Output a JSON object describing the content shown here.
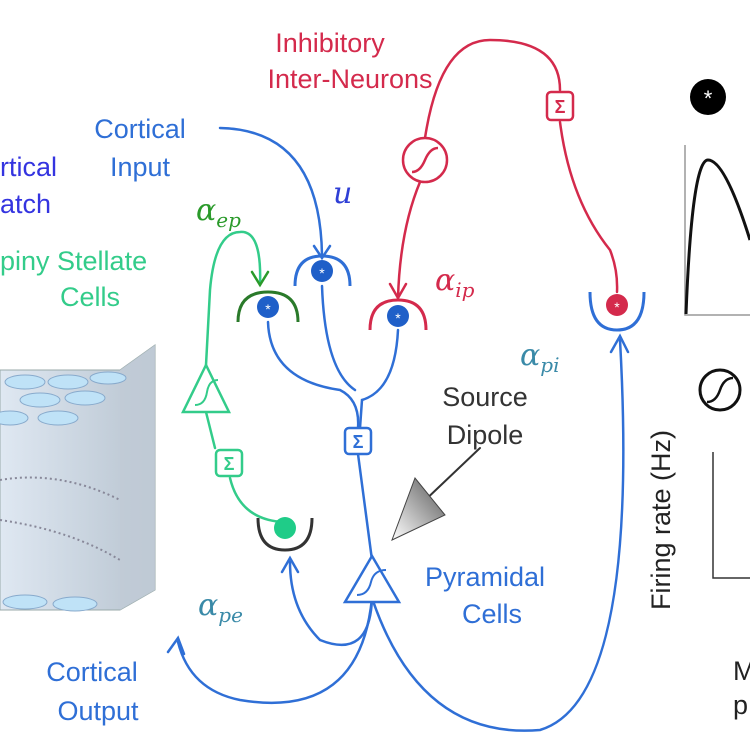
{
  "labels": {
    "inhibitory_line1": "Inhibitory",
    "inhibitory_line2": "Inter-Neurons",
    "cortical_input_line1": "Cortical",
    "cortical_input_line2": "Input",
    "cortical_patch_line1": "rtical",
    "cortical_patch_line2": "atch",
    "spiny_line1": "piny Stellate",
    "spiny_line2": "Cells",
    "source_line1": "Source",
    "source_line2": "Dipole",
    "pyramidal_line1": "Pyramidal",
    "pyramidal_line2": "Cells",
    "output_line1": "Cortical",
    "output_line2": "Output",
    "firing_rate": "Firing rate (Hz)",
    "right_cut_1": "M",
    "right_cut_2": "p"
  },
  "params": {
    "alpha": "α",
    "ep": "ep",
    "ip": "ip",
    "pi": "pi",
    "pe": "pe",
    "u": "u"
  },
  "symbols": {
    "sum": "Σ",
    "star": "*"
  },
  "colors": {
    "inhibitory": "#d42a4c",
    "excitatory_blue": "#2f6fd6",
    "patch_blue": "#3434e0",
    "spiny": "#33cc8a",
    "alpha_ep": "#2a9a2a",
    "alpha_pi": "#3a8aa8",
    "dipole": "#333333"
  }
}
